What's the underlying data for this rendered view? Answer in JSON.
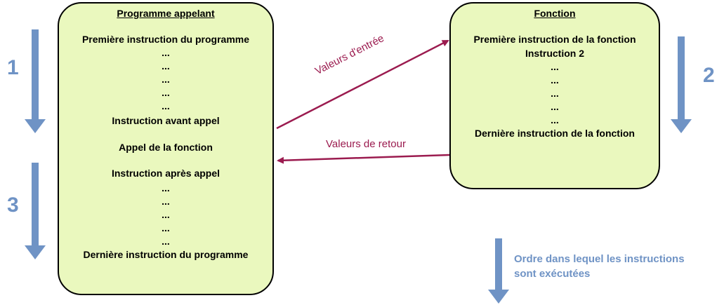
{
  "caller": {
    "title": "Programme appelant",
    "lines": [
      "Première instruction du programme",
      "...",
      "...",
      "...",
      "...",
      "...",
      "Instruction avant appel",
      "Appel de la fonction",
      "Instruction après appel",
      "...",
      "...",
      "...",
      "...",
      "...",
      "Dernière instruction du programme"
    ]
  },
  "function": {
    "title": "Fonction",
    "lines": [
      "Première instruction de la fonction",
      "Instruction 2",
      "...",
      "...",
      "...",
      "...",
      "...",
      "Dernière instruction de la fonction"
    ]
  },
  "steps": {
    "one": "1",
    "two": "2",
    "three": "3"
  },
  "arrows": {
    "input_label": "Valeurs d'entrée",
    "return_label": "Valeurs de retour"
  },
  "legend": {
    "text": "Ordre dans lequel les instructions sont exécutées"
  },
  "colors": {
    "box_fill": "#eaf8be",
    "step_blue": "#6f93c5",
    "arrow_crimson": "#9b1b4f"
  }
}
